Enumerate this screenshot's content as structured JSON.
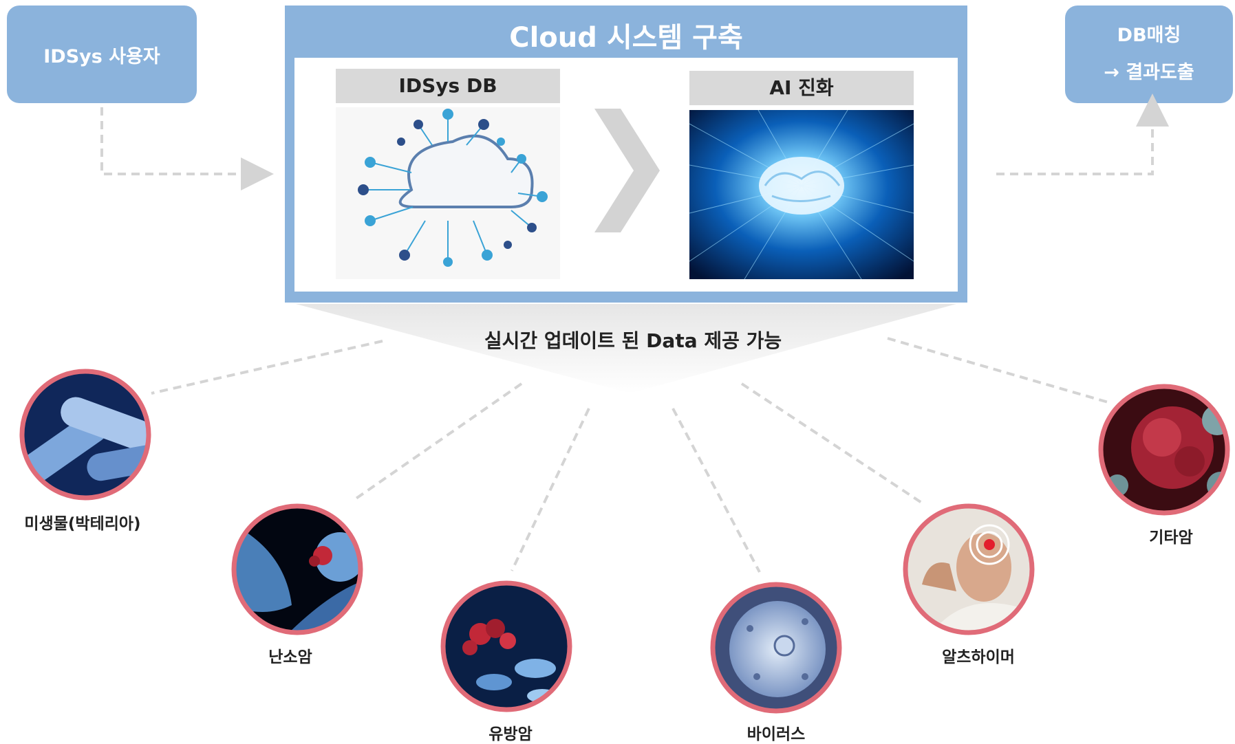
{
  "user_box": {
    "label": "IDSys 사용자"
  },
  "cloud": {
    "title": "Cloud 시스템 구축",
    "db_title": "IDSys DB",
    "ai_title": "AI 진화"
  },
  "result_box": {
    "line1": "DB매칭",
    "line2": "→ 결과도출"
  },
  "update_text": "실시간 업데이트 된 Data 제공 가능",
  "categories": [
    {
      "label": "미생물(박테리아)",
      "icon": "bacteria-icon"
    },
    {
      "label": "난소암",
      "icon": "ovarian-cancer-icon"
    },
    {
      "label": "유방암",
      "icon": "breast-cancer-icon"
    },
    {
      "label": "바이러스",
      "icon": "virus-icon"
    },
    {
      "label": "알츠하이머",
      "icon": "alzheimer-icon"
    },
    {
      "label": "기타암",
      "icon": "cancer-cell-icon"
    }
  ],
  "colors": {
    "box_blue": "#8bb3dc",
    "ring_red": "#e06b78",
    "dash_gray": "#cccccc"
  }
}
